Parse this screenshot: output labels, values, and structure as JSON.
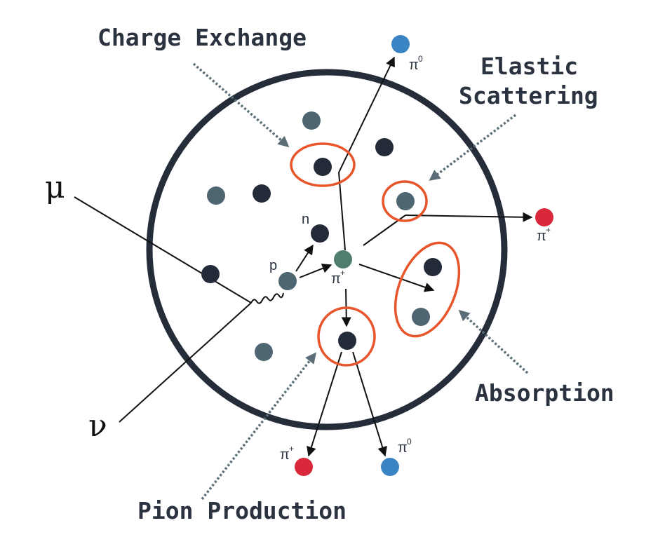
{
  "labels": {
    "charge_exchange": "Charge Exchange",
    "elastic_line1": "Elastic",
    "elastic_line2": "Scattering",
    "absorption": "Absorption",
    "pion_production": "Pion Production",
    "muon": "μ",
    "neutrino": "ν",
    "proton": "p",
    "neutron": "n",
    "pi": "π",
    "plus": "+",
    "zero": "0"
  },
  "colors": {
    "nucleus_ring": "#252c3a",
    "nucleon_dark": "#232a38",
    "nucleon_slate": "#4e6572",
    "pion_green": "#4f7e6c",
    "pi_plus_red": "#d8283a",
    "pi_zero_blue": "#3b84c4",
    "highlight_orange": "#e8552b",
    "dotted_arrow": "#5b6e78"
  }
}
